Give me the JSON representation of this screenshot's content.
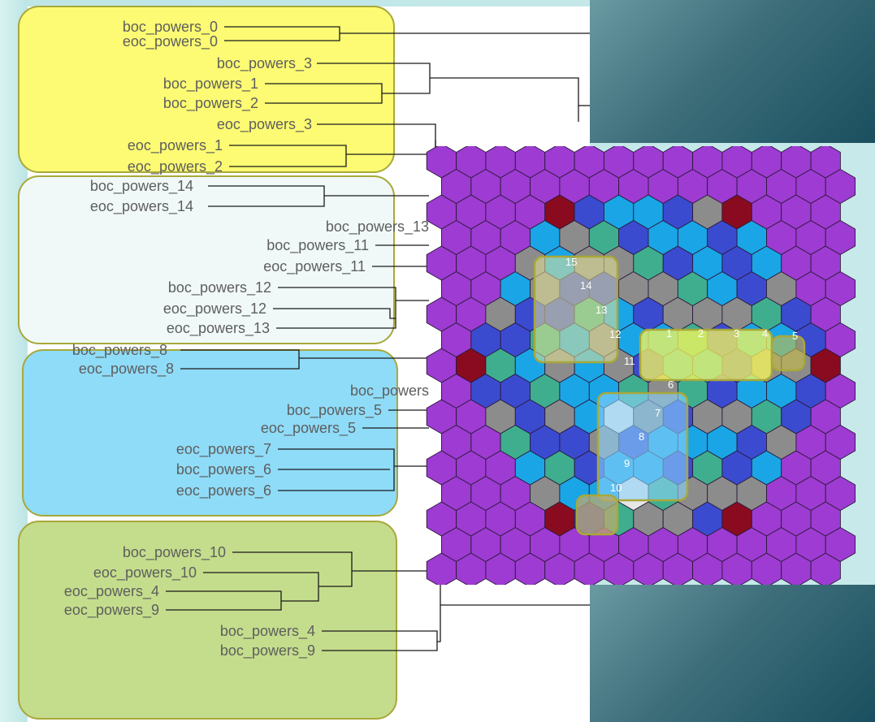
{
  "colors": {
    "yellow_panel": "#fdfb73",
    "white_panel": "#f0f9f8",
    "blue_panel": "#8fdcf8",
    "green_panel": "#c4dd8c",
    "panel_border": "#a8a83a",
    "hex_outer": "#9e3bd2",
    "hex_blue": "#3b4bd0",
    "hex_cyan": "#1aa5e6",
    "hex_grey": "#8c8c8c",
    "hex_teal": "#3fae8e",
    "hex_maroon": "#8a0b1f",
    "hex_white": "#e6e6e6",
    "hex_orange": "#e07a1a"
  },
  "dendrogram": {
    "labels": [
      "boc_powers_0",
      "eoc_powers_0",
      "boc_powers_3",
      "boc_powers_1",
      "boc_powers_2",
      "eoc_powers_3",
      "eoc_powers_1",
      "eoc_powers_2",
      "boc_powers_14",
      "eoc_powers_14",
      "boc_powers_13",
      "boc_powers_11",
      "eoc_powers_11",
      "boc_powers_12",
      "eoc_powers_12",
      "eoc_powers_13",
      "boc_powers_8",
      "eoc_powers_8",
      "boc_powers",
      "boc_powers_5",
      "eoc_powers_5",
      "eoc_powers_7",
      "boc_powers_6",
      "eoc_powers_6",
      "boc_powers_10",
      "eoc_powers_10",
      "eoc_powers_4",
      "eoc_powers_9",
      "boc_powers_4",
      "boc_powers_9"
    ]
  },
  "core_map": {
    "region_numbers": [
      "1",
      "2",
      "3",
      "4",
      "5",
      "6",
      "7",
      "8",
      "9",
      "10",
      "11",
      "12",
      "13",
      "14",
      "15"
    ]
  }
}
